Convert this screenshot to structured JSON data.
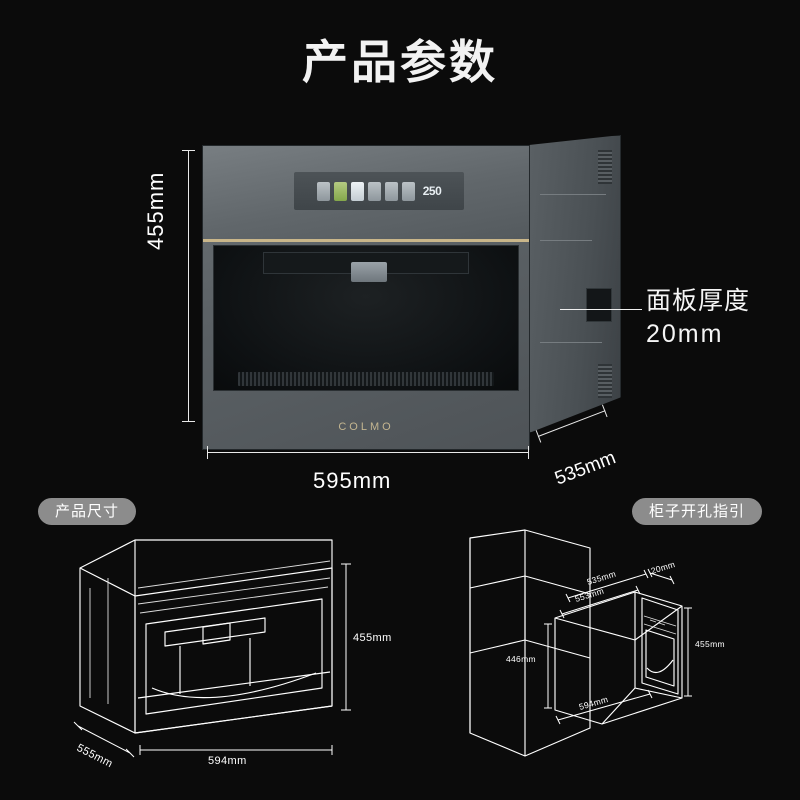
{
  "page": {
    "title": "产品参数",
    "background_color": "#0b0b0b",
    "accent_gold": "#c9b68a",
    "badge_color": "#8c8c8c"
  },
  "hero": {
    "product_brand": "COLMO",
    "display_value": "250",
    "dimensions": {
      "height": "455mm",
      "width": "595mm",
      "depth": "535mm"
    },
    "callout": {
      "title": "面板厚度",
      "value": "20mm"
    }
  },
  "sections": [
    {
      "badge": "产品尺寸",
      "name": "product-dimensions",
      "labels": {
        "height": "455mm",
        "width": "594mm",
        "depth": "555mm"
      }
    },
    {
      "badge": "柜子开孔指引",
      "name": "cabinet-cutout-guide",
      "labels": {
        "top_depth": "535mm",
        "panel_thickness": "20mm",
        "inner_depth": "553mm",
        "outer_height": "455mm",
        "cutout_height": "446mm",
        "cutout_width": "594mm"
      }
    }
  ]
}
